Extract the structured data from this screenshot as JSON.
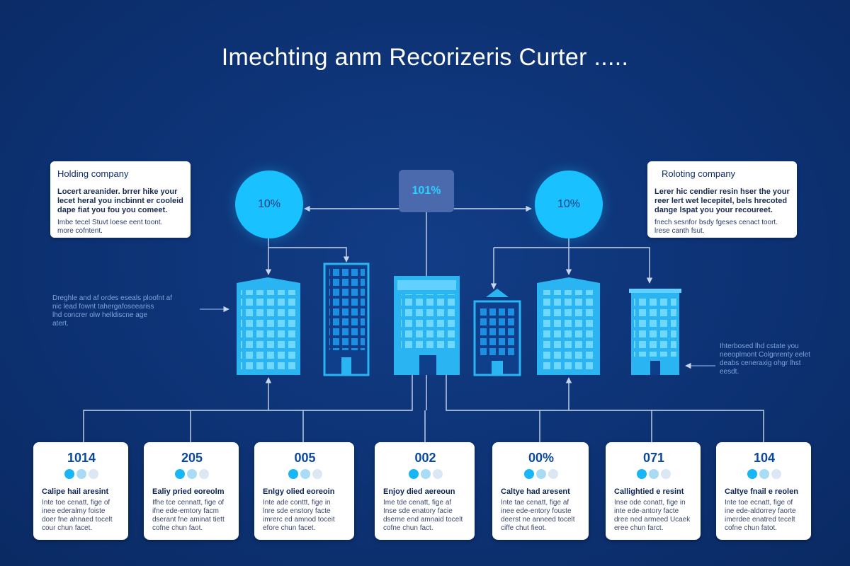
{
  "header": {
    "title": "Imechting anm Recorizeris Curter  ....."
  },
  "center_node": {
    "label": "101%"
  },
  "circles": [
    {
      "label": "10%"
    },
    {
      "label": "10%"
    }
  ],
  "callouts": [
    {
      "title": "Holding company",
      "body": [
        "Locert areanider. brrer hike your",
        "lecet heral you incbinnt er cooleid",
        "dape fiat you fou you comeet."
      ],
      "note": [
        "Imbe tecel Stuvt loese eent toont.",
        "more cofntent."
      ]
    },
    {
      "title": "Roloting company",
      "body": [
        "Lerer hic cendier resin hser the your",
        "reer lert wet lecepitel, bels hrecoted",
        "dange lspat you your recoureet."
      ],
      "note": [
        "fnech sesnfor bsdy fgeses cenact toort.",
        "lrese canth fsut."
      ]
    }
  ],
  "side_notes": [
    [
      "Dreghle and af ordes eseals ploofnt af",
      "nic lead fownt tahergafoseeariss",
      "lhd concrer olw helldiscne age",
      "atert."
    ],
    [
      "Ihterbosed lhd cstate you",
      "neeoplmont Colgnrenty eelet",
      "deabs ceneraxig ohgr lhst",
      "eesdt."
    ]
  ],
  "cards": [
    {
      "number": "1014",
      "heading": "Calipe hail aresint",
      "text": [
        "Inte toe cenatt, fige of",
        "inee ederalmy foiste",
        "doer fne ahnaed tocelt",
        "cour chun facet."
      ]
    },
    {
      "number": "205",
      "heading": "Ealiy pried eoreolm",
      "text": [
        "Ifhe tce cennatt, fige of",
        "ifne ede-emtory facm",
        "dserant fne aminat tiett",
        "cofne chun faot."
      ]
    },
    {
      "number": "005",
      "heading": "Enlgy olied eoreoin",
      "text": [
        "Inte ade conttt, fige in",
        "lnre sde enstory facte",
        "imrerc ed amnod toceit",
        "efore chun facet."
      ]
    },
    {
      "number": "002",
      "heading": "Enjoy died aereoun",
      "text": [
        "Ime tde cenatt, fige af",
        "Inse sde enatory facie",
        "dserne end amnaid tocelt",
        "cofne chun fact."
      ]
    },
    {
      "number": "00%",
      "heading": "Caltye had aresent",
      "text": [
        "Inte tae cenatt, fige af",
        "inee ede-entory fouste",
        "deerst ne anneed tocelt",
        "ciffe chut fieot."
      ]
    },
    {
      "number": "071",
      "heading": "Callightied e resint",
      "text": [
        "Inse ode conatt, fige in",
        "inte ede-antory facte",
        "dree ned armeed Ucaek",
        "eree chun farct."
      ]
    },
    {
      "number": "104",
      "heading": "Caltye fnail e reolen",
      "text": [
        "Inte toe ecnatt, fige of",
        "ine ede-aldorrey faorte",
        "imerdee enatred tecelt",
        "cofne chun fatot."
      ]
    }
  ],
  "colors": {
    "background": "#0d3274",
    "accent": "#19c1ff",
    "building": "#2ab4f2",
    "line": "#c8d6ec"
  }
}
